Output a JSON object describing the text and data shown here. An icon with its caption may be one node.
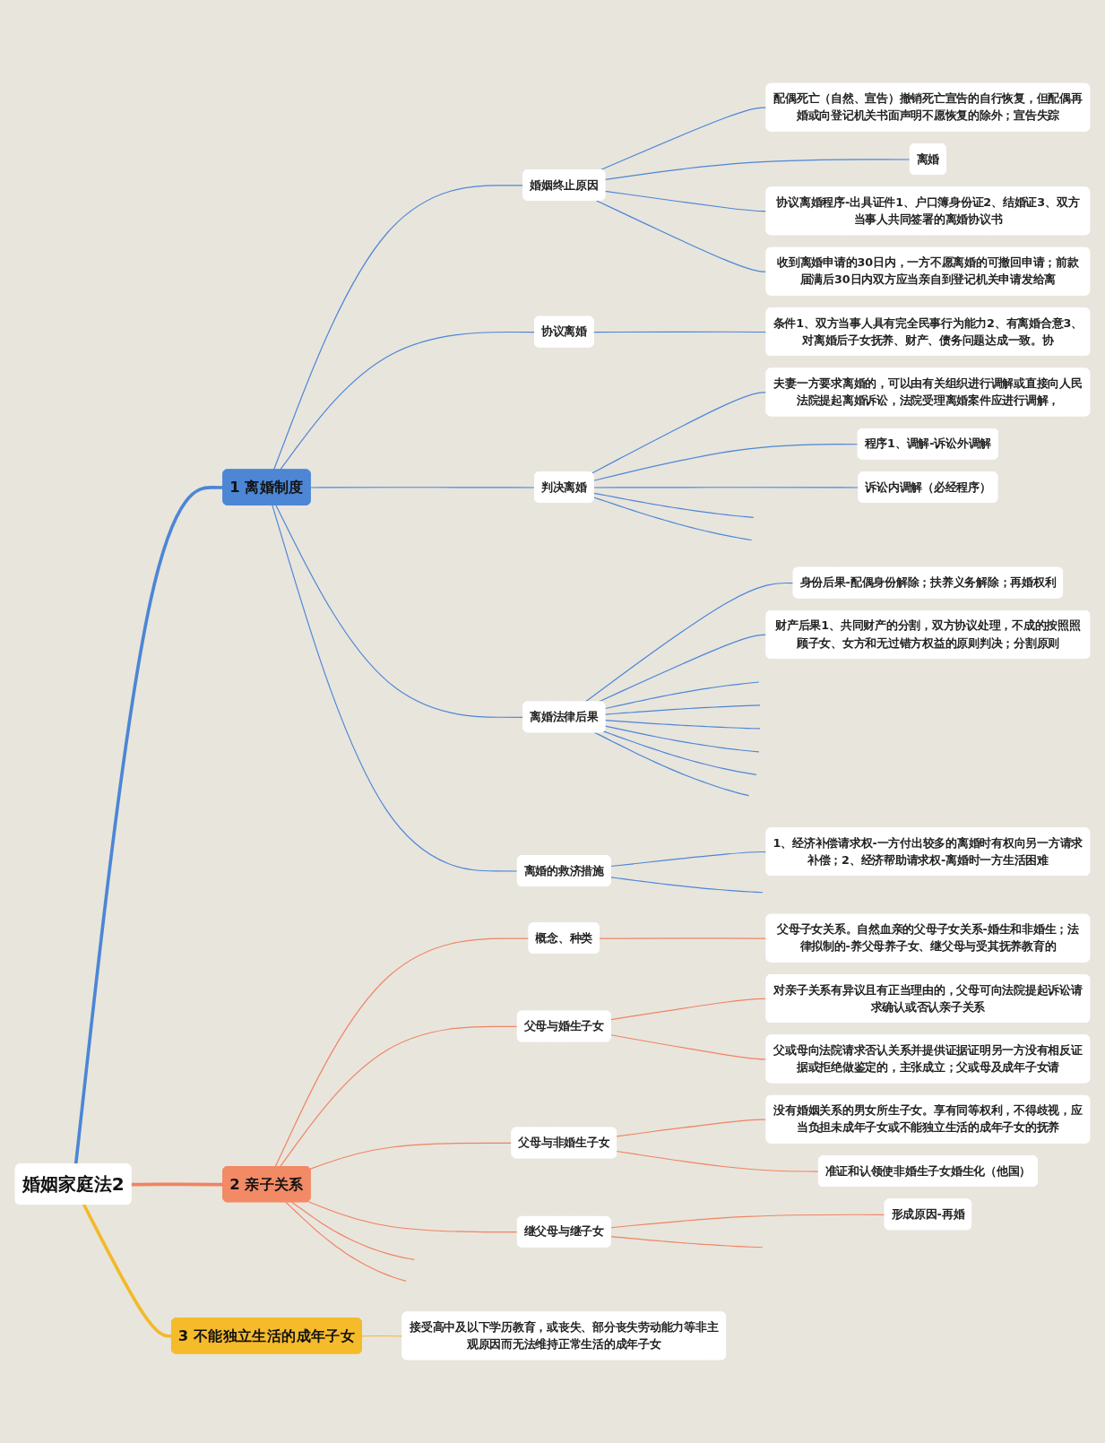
{
  "diagram": {
    "nodes": [
      {
        "text": [
          "婚姻家庭法2"
        ]
      },
      {
        "text": [
          "1 离婚制度"
        ]
      },
      {
        "text": [
          "婚姻终止原因"
        ]
      },
      {
        "text": [
          "配偶死亡（自然、宣告）撤销死亡宣告的自行恢复，但配偶再婚或向登记机关书面声明不愿恢复的除外；宣告失踪"
        ]
      },
      {
        "text": [
          "离婚"
        ]
      },
      {
        "text": [
          "协议离婚程序-出具证件1、户口簿身份证2、结婚证3、双方当事人共同签署的离婚协议书"
        ]
      },
      {
        "text": [
          "收到离婚申请的30日内，一方不愿离婚的可撤回申请；前款届满后30日内双方应当亲自到登记机关申请发给离"
        ]
      },
      {
        "text": [
          "协议离婚"
        ]
      },
      {
        "text": [
          "条件1、双方当事人具有完全民事行为能力2、有离婚合意3、对离婚后子女抚养、财产、债务问题达成一致。协"
        ]
      },
      {
        "text": [
          "判决离婚"
        ]
      },
      {
        "text": [
          "夫妻一方要求离婚的，可以由有关组织进行调解或直接向人民法院提起离婚诉讼，法院受理离婚案件应进行调解，"
        ]
      },
      {
        "text": [
          "程序1、调解-诉讼外调解"
        ]
      },
      {
        "text": [
          "诉讼内调解（必经程序）"
        ]
      },
      {
        "text": [
          "离婚法律后果"
        ]
      },
      {
        "text": [
          "身份后果-配偶身份解除；扶养义务解除；再婚权利"
        ]
      },
      {
        "text": [
          "财产后果1、共同财产的分割，双方协议处理，不成的按照照顾子女、女方和无过错方权益的原则判决；分割原则"
        ]
      },
      {
        "text": [
          "离婚的救济措施"
        ]
      },
      {
        "text": [
          "1、经济补偿请求权-一方付出较多的离婚时有权向另一方请求补偿；2、经济帮助请求权-离婚时一方生活困难"
        ]
      },
      {
        "text": [
          "2 亲子关系"
        ]
      },
      {
        "text": [
          "概念、种类"
        ]
      },
      {
        "text": [
          "父母子女关系。自然血亲的父母子女关系-婚生和非婚生；法律拟制的-养父母养子女、继父母与受其抚养教育的"
        ]
      },
      {
        "text": [
          "父母与婚生子女"
        ]
      },
      {
        "text": [
          "对亲子关系有异议且有正当理由的，父母可向法院提起诉讼请求确认或否认亲子关系"
        ]
      },
      {
        "text": [
          "父或母向法院请求否认关系并提供证据证明另一方没有相反证据或拒绝做鉴定的，主张成立；父或母及成年子女请"
        ]
      },
      {
        "text": [
          "父母与非婚生子女"
        ]
      },
      {
        "text": [
          "没有婚姻关系的男女所生子女。享有同等权利，不得歧视，应当负担未成年子女或不能独立生活的成年子女的抚养"
        ]
      },
      {
        "text": [
          "准证和认领使非婚生子女婚生化（他国）"
        ]
      },
      {
        "text": [
          "继父母与继子女"
        ]
      },
      {
        "text": [
          "形成原因-再婚"
        ]
      },
      {
        "text": [
          "3 不能独立生活的成年子女"
        ]
      },
      {
        "text": [
          "接受高中及以下学历教育，或丧失、部分丧失劳动能力等非主观原因而无法维持正常生活的成年子女"
        ]
      }
    ],
    "edges": [
      {
        "from": 0,
        "to": 1,
        "arrow": "none",
        "style": "thick"
      },
      {
        "from": 1,
        "to": 2,
        "arrow": "none"
      },
      {
        "from": 2,
        "to": 3,
        "arrow": "none"
      },
      {
        "from": 2,
        "to": 4,
        "arrow": "none"
      },
      {
        "from": 2,
        "to": 5,
        "arrow": "none"
      },
      {
        "from": 2,
        "to": 6,
        "arrow": "none"
      },
      {
        "from": 1,
        "to": 7,
        "arrow": "none"
      },
      {
        "from": 7,
        "to": 8,
        "arrow": "none"
      },
      {
        "from": 1,
        "to": 9,
        "arrow": "none"
      },
      {
        "from": 9,
        "to": 10,
        "arrow": "none"
      },
      {
        "from": 9,
        "to": 11,
        "arrow": "none"
      },
      {
        "from": 9,
        "to": 12,
        "arrow": "none"
      },
      {
        "from": 9,
        "to": null,
        "arrow": "none"
      },
      {
        "from": 9,
        "to": null,
        "arrow": "none"
      },
      {
        "from": 1,
        "to": 13,
        "arrow": "none"
      },
      {
        "from": 13,
        "to": 14,
        "arrow": "none"
      },
      {
        "from": 13,
        "to": 15,
        "arrow": "none"
      },
      {
        "from": 13,
        "to": null,
        "arrow": "none"
      },
      {
        "from": 13,
        "to": null,
        "arrow": "none"
      },
      {
        "from": 13,
        "to": null,
        "arrow": "none"
      },
      {
        "from": 13,
        "to": null,
        "arrow": "none"
      },
      {
        "from": 13,
        "to": null,
        "arrow": "none"
      },
      {
        "from": 13,
        "to": null,
        "arrow": "none"
      },
      {
        "from": 1,
        "to": 16,
        "arrow": "none"
      },
      {
        "from": 16,
        "to": 17,
        "arrow": "none"
      },
      {
        "from": 16,
        "to": null,
        "arrow": "none"
      },
      {
        "from": 0,
        "to": 18,
        "arrow": "none",
        "style": "thick",
        "color": "#ef8462"
      },
      {
        "from": 18,
        "to": 19,
        "arrow": "none",
        "color": "#ef8462"
      },
      {
        "from": 19,
        "to": 20,
        "arrow": "none",
        "color": "#ef8462"
      },
      {
        "from": 18,
        "to": 21,
        "arrow": "none",
        "color": "#ef8462"
      },
      {
        "from": 21,
        "to": 22,
        "arrow": "none",
        "color": "#ef8462"
      },
      {
        "from": 21,
        "to": 23,
        "arrow": "none",
        "color": "#ef8462"
      },
      {
        "from": 18,
        "to": 24,
        "arrow": "none",
        "color": "#ef8462"
      },
      {
        "from": 24,
        "to": 25,
        "arrow": "none",
        "color": "#ef8462"
      },
      {
        "from": 24,
        "to": 26,
        "arrow": "none",
        "color": "#ef8462"
      },
      {
        "from": 18,
        "to": 27,
        "arrow": "none",
        "color": "#ef8462"
      },
      {
        "from": 27,
        "to": 28,
        "arrow": "none",
        "color": "#ef8462"
      },
      {
        "from": 27,
        "to": null,
        "arrow": "none",
        "color": "#ef8462"
      },
      {
        "from": 18,
        "to": null,
        "arrow": "none",
        "color": "#ef8462"
      },
      {
        "from": 18,
        "to": null,
        "arrow": "none",
        "color": "#ef8462"
      },
      {
        "from": 0,
        "to": 29,
        "arrow": "none",
        "style": "thick",
        "color": "#f2b92a"
      },
      {
        "from": 29,
        "to": 30,
        "arrow": "none",
        "color": "#f2b92a"
      }
    ]
  }
}
